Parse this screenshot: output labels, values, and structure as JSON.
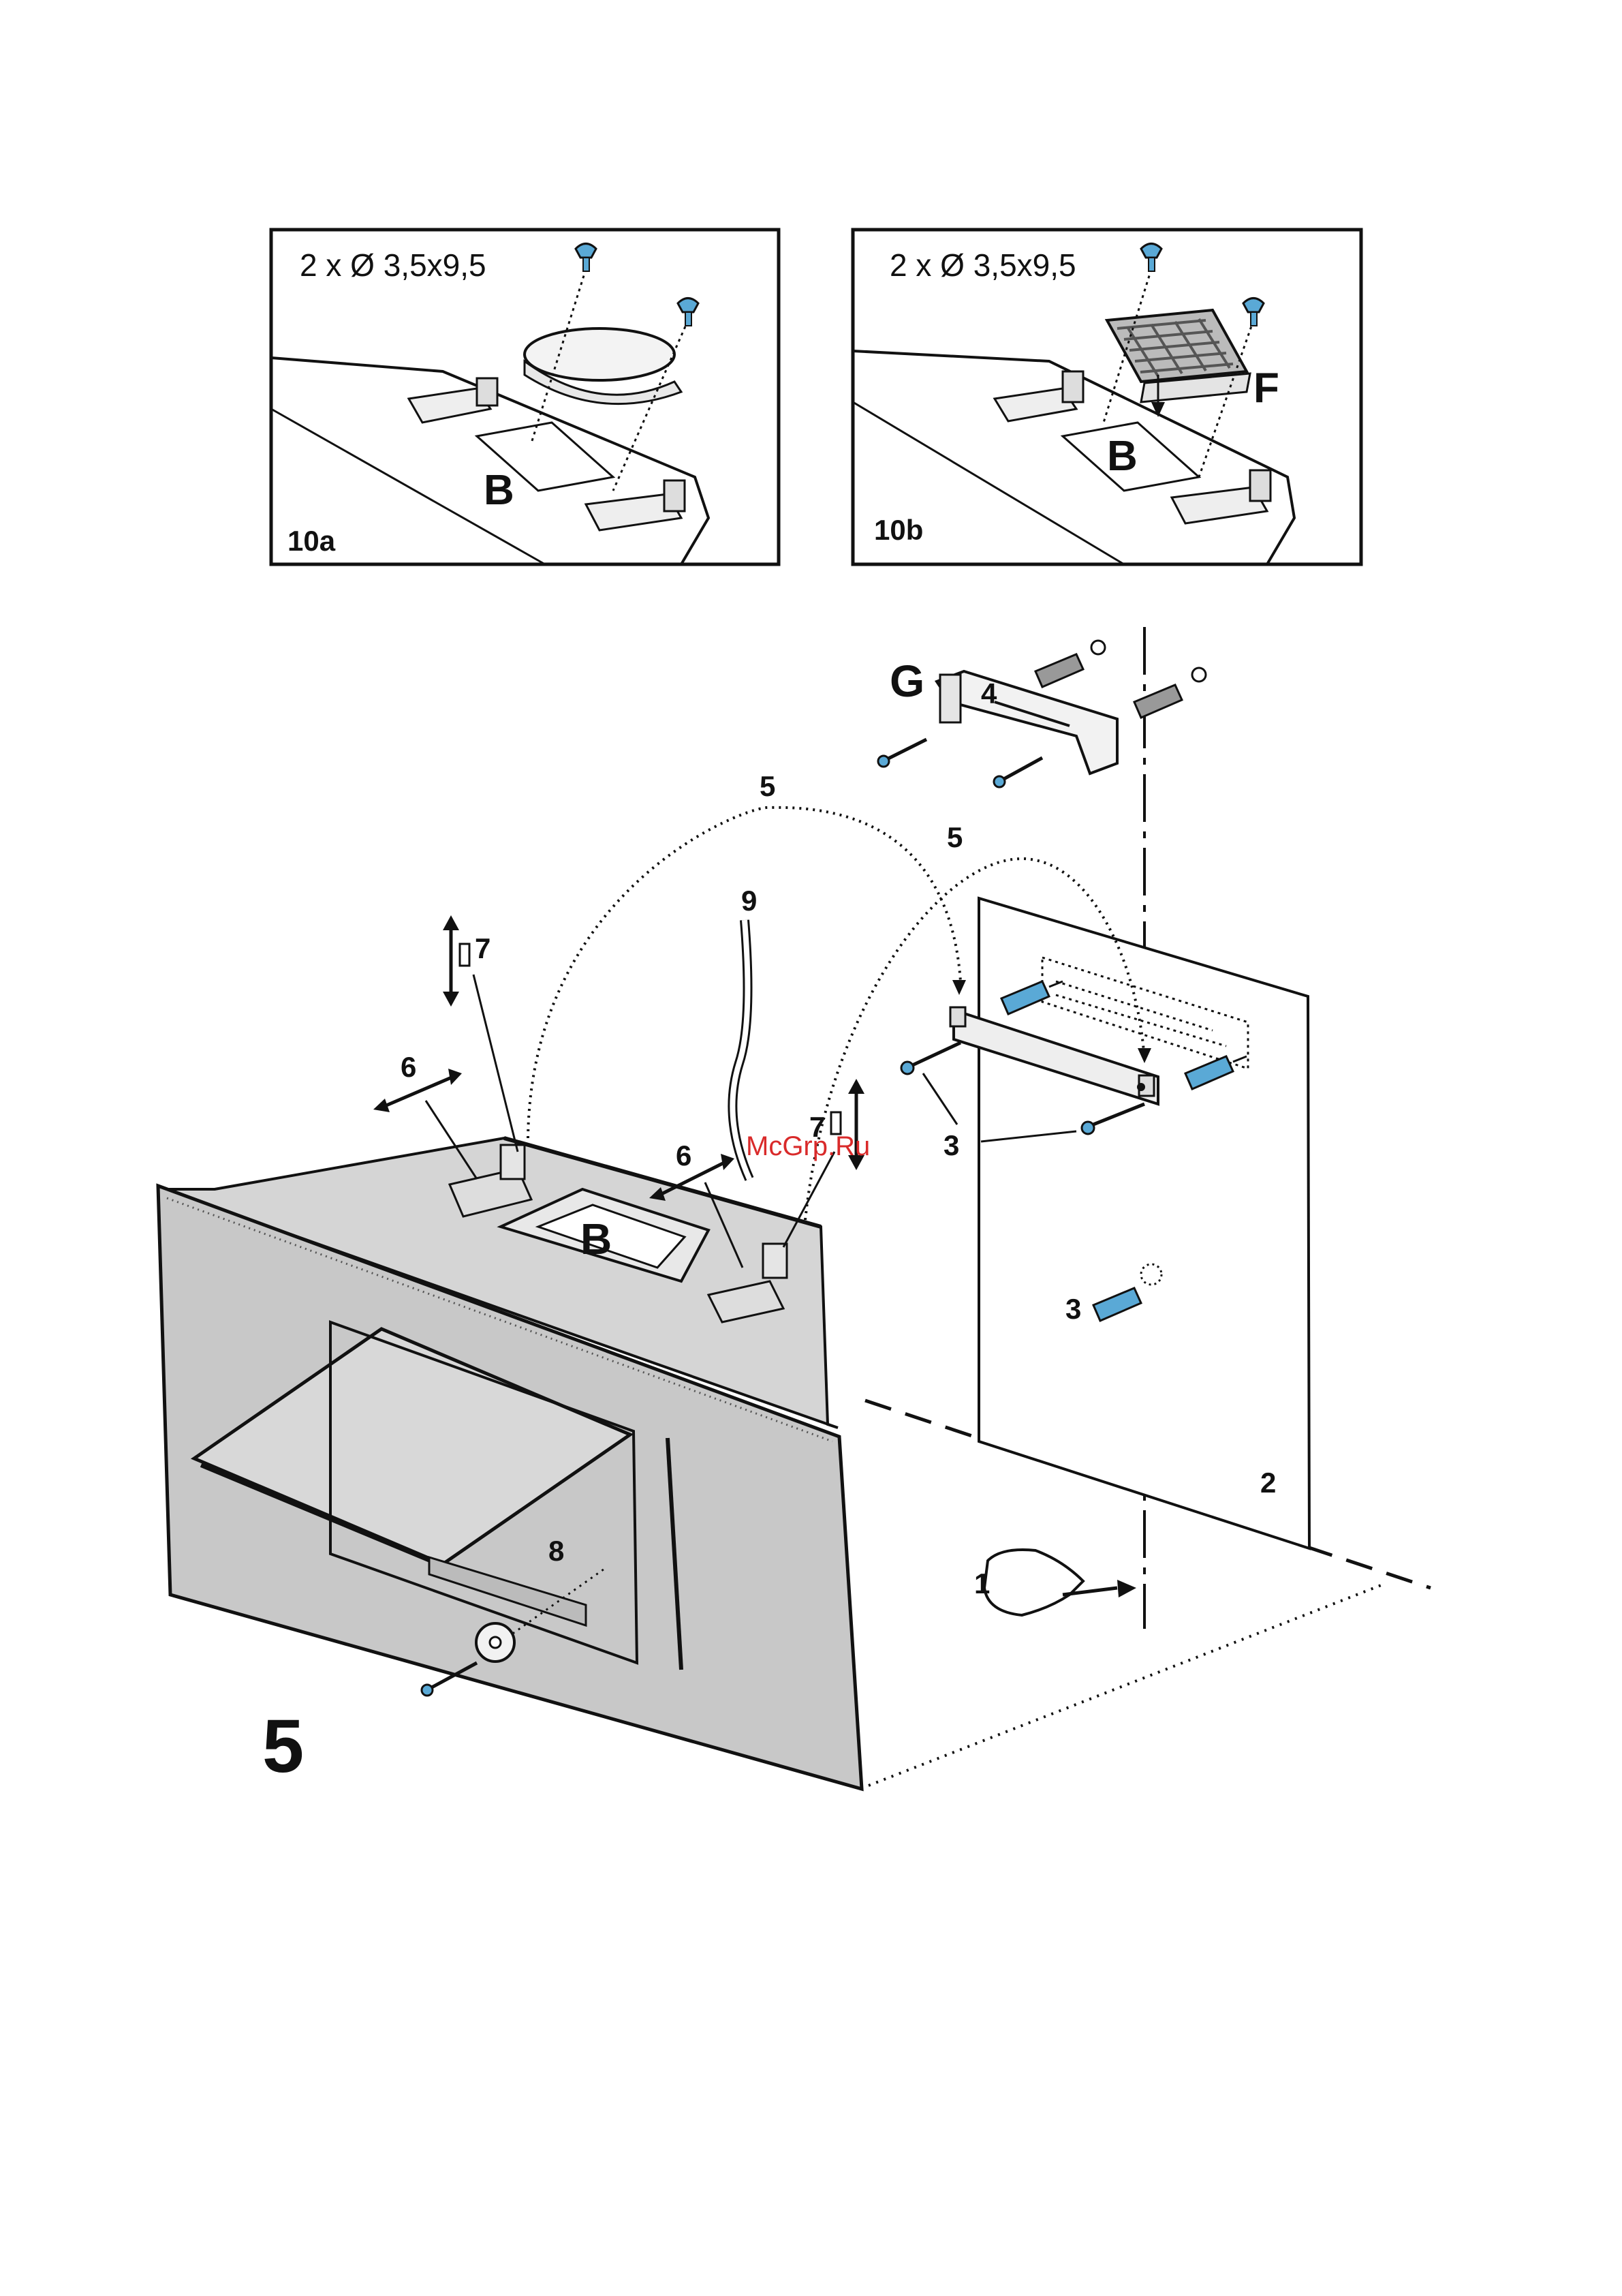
{
  "watermark": "McGrp.Ru",
  "panel_10a": {
    "screw_spec": "2 x Ø 3,5x9,5",
    "label": "10a",
    "opening_label": "B"
  },
  "panel_10b": {
    "screw_spec": "2 x Ø 3,5x9,5",
    "label": "10b",
    "opening_label": "B",
    "filter_label": "F"
  },
  "main_figure": {
    "figure_number": "5",
    "opening_label": "B",
    "bracket_label": "G",
    "callouts": {
      "marking": "1",
      "wall": "2",
      "wall_plugs_a": "3",
      "wall_plugs_b": "3",
      "bracket_g": "4",
      "hang_arc_a": "5",
      "hang_arc_b": "5",
      "adjust_left": "6",
      "adjust_right": "6",
      "height_left": "7",
      "height_right": "7",
      "safety_screw": "8",
      "cable": "9"
    }
  },
  "colors": {
    "line": "#111111",
    "hood_body": "#c8c8c8",
    "screw_blue": "#5aa9d6",
    "watermark": "#d92a2a"
  }
}
